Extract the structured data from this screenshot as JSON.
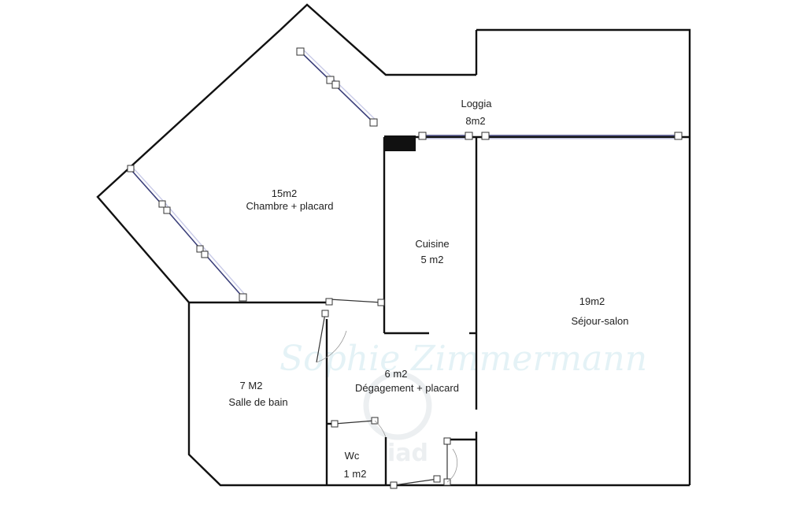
{
  "rooms": {
    "loggia": {
      "name": "Loggia",
      "area": "8m2"
    },
    "chambre": {
      "area": "15m2",
      "name": "Chambre + placard"
    },
    "cuisine": {
      "name": "Cuisine",
      "area": "5 m2"
    },
    "sejour": {
      "area": "19m2",
      "name": "Séjour-salon"
    },
    "bain": {
      "area": "7 M2",
      "name": "Salle de bain"
    },
    "degagement": {
      "area": "6 m2",
      "name": "Dégagement + placard"
    },
    "wc": {
      "name": "Wc",
      "area": "1 m2"
    }
  },
  "watermark": {
    "signature": "Sophie Zimmermann",
    "logo": "iad"
  },
  "colors": {
    "wall": "#111111",
    "window": "#3b3f7a",
    "watermark": "#cfe9ef"
  }
}
